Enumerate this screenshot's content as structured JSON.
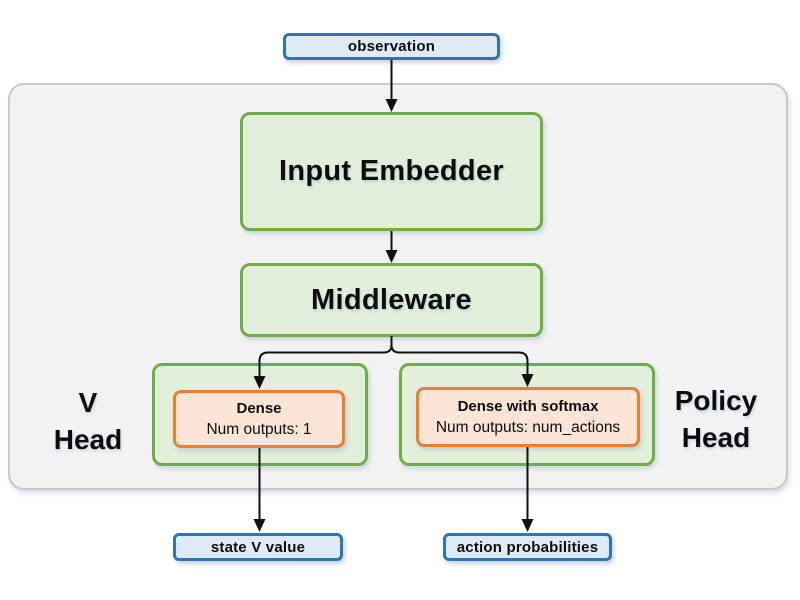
{
  "diagram": {
    "nodes": {
      "observation": {
        "label": "observation"
      },
      "input_embedder": {
        "label": "Input Embedder"
      },
      "middleware": {
        "label": "Middleware"
      },
      "v_head_label": {
        "line1": "V",
        "line2": "Head"
      },
      "policy_head_label": {
        "line1": "Policy",
        "line2": "Head"
      },
      "dense": {
        "title": "Dense",
        "subtitle": "Num outputs: 1"
      },
      "dense_softmax": {
        "title": "Dense with softmax",
        "subtitle": "Num outputs: num_actions"
      },
      "state_v_value": {
        "label": "state V value"
      },
      "action_probabilities": {
        "label": "action probabilities"
      }
    },
    "colors": {
      "green_border": "#70ad47",
      "green_fill": "#e2efda",
      "orange_border": "#ed7d31",
      "orange_fill": "#fce4d6",
      "blue_border": "#2e75b6",
      "blue_fill": "#deeaf6",
      "container_fill": "#f2f2f2",
      "container_border": "#c8c8c8",
      "arrow": "#111111"
    }
  }
}
